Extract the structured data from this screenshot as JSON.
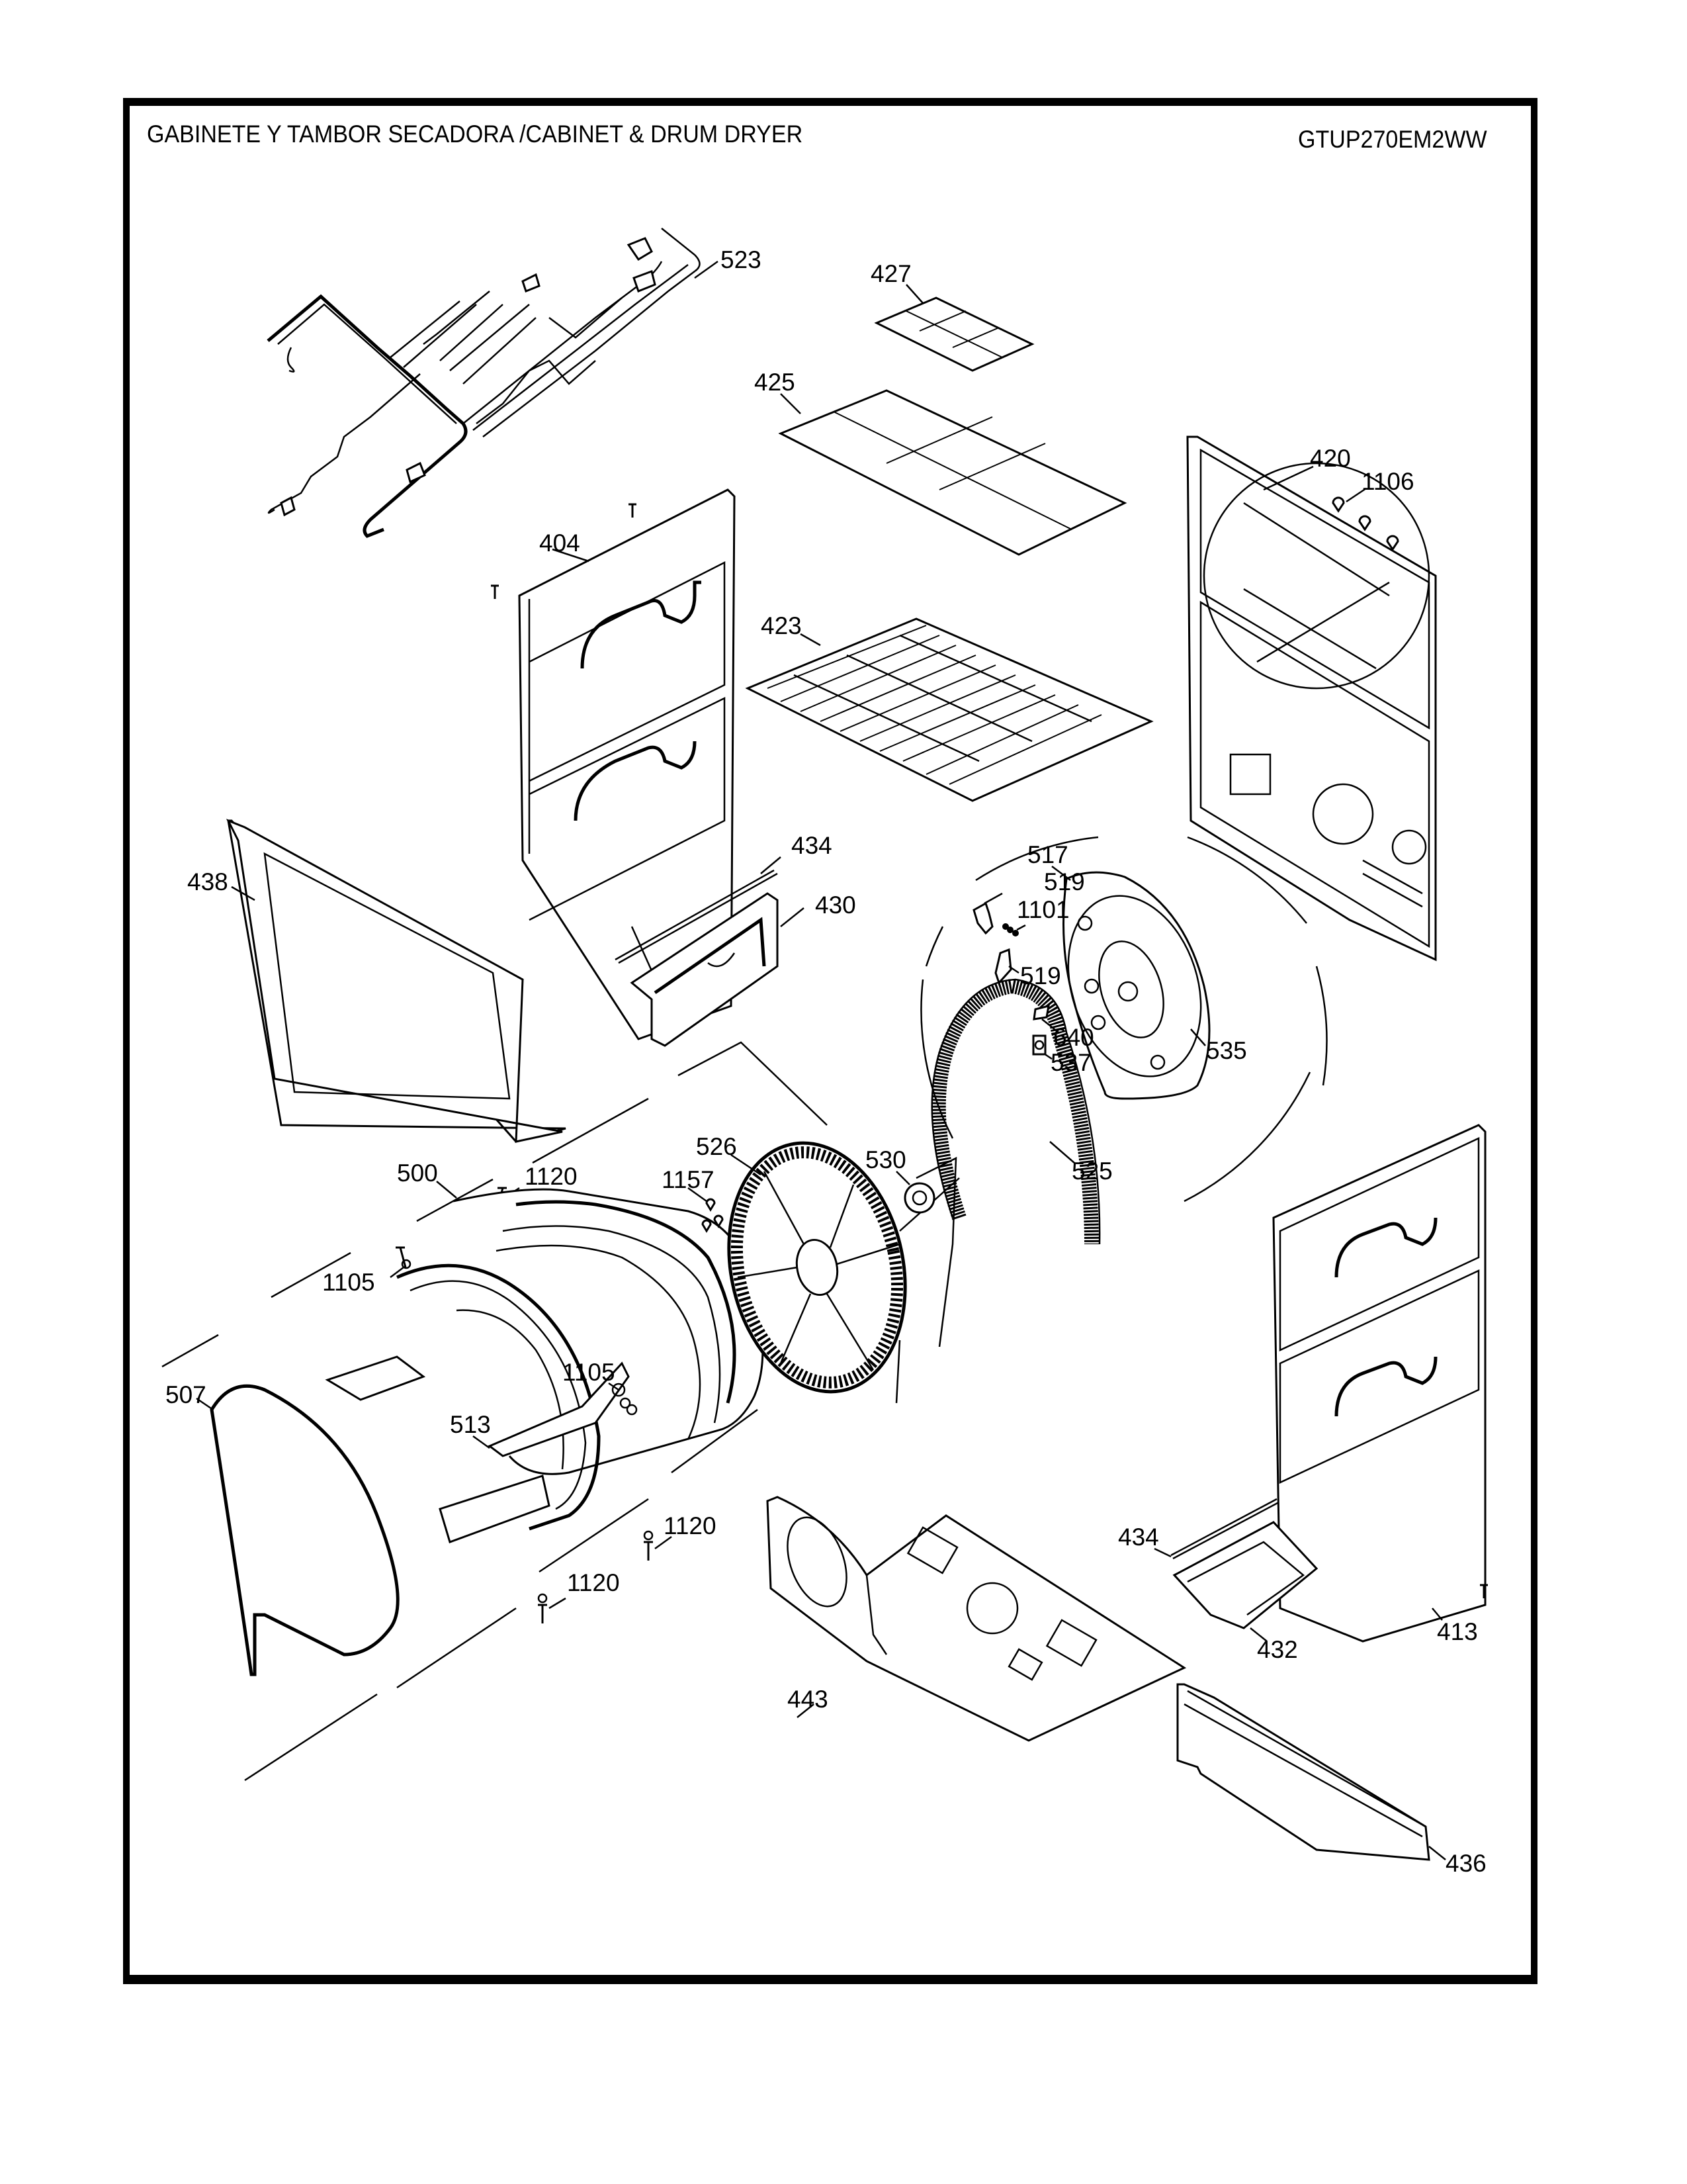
{
  "header": {
    "title": "GABINETE Y TAMBOR SECADORA /CABINET & DRUM  DRYER",
    "model": "GTUP270EM2WW"
  },
  "callouts": {
    "c523": "523",
    "c427": "427",
    "c425": "425",
    "c420": "420",
    "c1106": "1106",
    "c404": "404",
    "c423": "423",
    "c438": "438",
    "c434a": "434",
    "c430": "430",
    "c517": "517",
    "c519a": "519",
    "c1101": "1101",
    "c519b": "519",
    "c640": "640",
    "c537": "537",
    "c535": "535",
    "c525": "525",
    "c500": "500",
    "c1120a": "1120",
    "c1157": "1157",
    "c526": "526",
    "c530": "530",
    "c1105a": "1105",
    "c1105b": "1105",
    "c507": "507",
    "c513": "513",
    "c1120b": "1120",
    "c1120c": "1120",
    "c434b": "434",
    "c413": "413",
    "c432": "432",
    "c443": "443",
    "c436": "436"
  }
}
